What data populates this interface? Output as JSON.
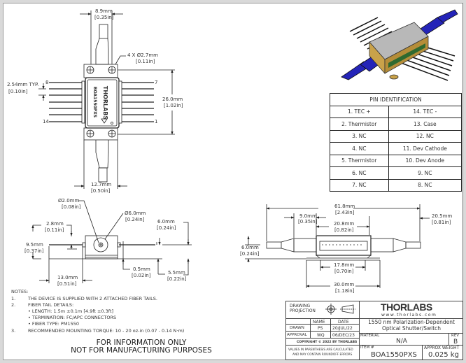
{
  "top_view": {
    "width_top": {
      "mm": "8.9mm",
      "in": "[0.35in]"
    },
    "holes": {
      "mm": "4 X Ø2.7mm",
      "in": "[0.11in]"
    },
    "pin_pitch": {
      "mm": "2.54mm TYP.",
      "in": "[0.10in]"
    },
    "height": {
      "mm": "26.0mm",
      "in": "[1.02in]"
    },
    "width_bottom": {
      "mm": "12.7mm",
      "in": "[0.50in]"
    },
    "pin_labels": {
      "top_left": "8",
      "bottom_left": "14",
      "top_right": "7",
      "bottom_right": "1"
    },
    "part_marking": "BOA1550PXS",
    "logo_marking": "THORLABS"
  },
  "side_view": {
    "fiber_dia": {
      "mm": "Ø2.0mm",
      "in": "[0.08in]"
    },
    "boot_dia": {
      "mm": "Ø6.0mm",
      "in": "[0.24in]"
    },
    "pin_offset": {
      "mm": "2.8mm",
      "in": "[0.11in]"
    },
    "right_height": {
      "mm": "6.0mm",
      "in": "[0.24in]"
    },
    "total_height": {
      "mm": "9.5mm",
      "in": "[0.37in]"
    },
    "base": {
      "mm": "0.5mm",
      "in": "[0.02in]"
    },
    "fiber_height": {
      "mm": "5.5mm",
      "in": "[0.22in]"
    },
    "pin_length": {
      "mm": "13.0mm",
      "in": "[0.51in]"
    }
  },
  "front_view": {
    "overall": {
      "mm": "61.8mm",
      "in": "[2.43in]"
    },
    "boot": {
      "mm": "9.0mm",
      "in": "[0.35in]"
    },
    "body": {
      "mm": "20.8mm",
      "in": "[0.82in]"
    },
    "tail": {
      "mm": "20.5mm",
      "in": "[0.81in]"
    },
    "height": {
      "mm": "6.0mm",
      "in": "[0.24in]"
    },
    "inner": {
      "mm": "17.8mm",
      "in": "[0.70in]"
    },
    "flange": {
      "mm": "30.0mm",
      "in": "[1.18in]"
    }
  },
  "pin_table": {
    "title": "PIN IDENTIFICATION",
    "rows": [
      [
        "1. TEC +",
        "14. TEC -"
      ],
      [
        "2. Thermistor",
        "13. Case"
      ],
      [
        "3. NC",
        "12. NC"
      ],
      [
        "4. NC",
        "11. Dev Cathode"
      ],
      [
        "5. Thermistor",
        "10. Dev Anode"
      ],
      [
        "6. NC",
        "9. NC"
      ],
      [
        "7. NC",
        "8. NC"
      ]
    ]
  },
  "notes": {
    "title": "NOTES:",
    "items": [
      {
        "num": "1.",
        "text": "THE DEVICE IS SUPPLIED WITH 2 ATTACHED FIBER TAILS."
      },
      {
        "num": "2.",
        "text": "FIBER TAIL DETAILS:"
      },
      {
        "num": "",
        "text": "• LENGTH: 1.5m ±0.1m [4.9ft ±0.3ft]"
      },
      {
        "num": "",
        "text": "• TERMINATION: FC/APC CONNECTORS"
      },
      {
        "num": "",
        "text": "• FIBER TYPE: PM1550"
      },
      {
        "num": "3.",
        "text": "RECOMMENDED MOUNTING TORQUE: 10 - 20 oz-in (0.07 - 0.14 N·m)"
      }
    ],
    "disclaimer_1": "FOR INFORMATION ONLY",
    "disclaimer_2": "NOT FOR MANUFACTURING PURPOSES"
  },
  "title_block": {
    "projection_label": "DRAWING PROJECTION",
    "name_header": "NAME",
    "date_header": "DATE",
    "drawn_label": "DRAWN",
    "drawn_name": "PS",
    "drawn_date": "20/JUL/22",
    "approval_label": "APPROVAL",
    "approval_name": "WQ",
    "approval_date": "06/DEC/23",
    "copyright": "COPYRIGHT © 2022 BY THORLABS",
    "values_note_1": "VALUES IN PARENTHESIS ARE CALCULATED",
    "values_note_2": "AND MAY CONTAIN ROUNDOFF ERRORS",
    "logo": "THORLABS",
    "website": "www.thorlabs.com",
    "title_1": "1550 nm Polarization-Dependent",
    "title_2": "Optical Shutter/Switch",
    "material_label": "MATERIAL",
    "material": "N/A",
    "rev_label": "REV",
    "rev": "B",
    "item_label": "ITEM #",
    "item": "BOA1550PXS",
    "weight_label": "APPROX WEIGHT",
    "weight": "0.025 kg"
  },
  "colors": {
    "fiber_blue": "#2424b8",
    "body_gold": "#c9a24a",
    "lid_gray": "#b8b8b8",
    "line": "#222222"
  }
}
